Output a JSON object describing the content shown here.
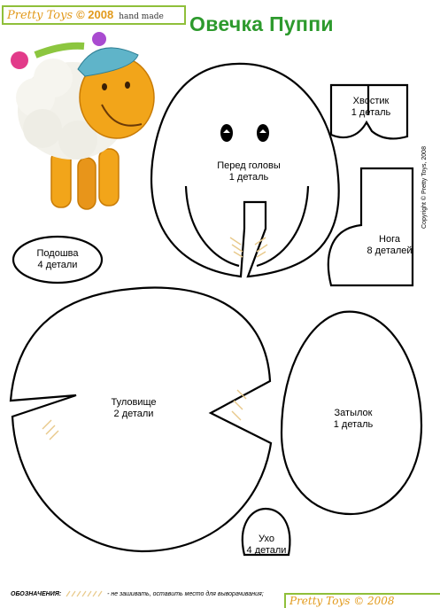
{
  "header": {
    "brand_name": "Pretty Toys",
    "brand_year": "© 2008",
    "brand_handmade": "hand made",
    "title": "Овечка Пуппи",
    "copyright": "Copyright © Pretty Toys, 2008"
  },
  "pieces": {
    "head_front": {
      "name": "Перед головы",
      "count": "1 деталь"
    },
    "tail": {
      "name": "Хвостик",
      "count": "1 деталь"
    },
    "leg": {
      "name": "Нога",
      "count": "8 деталей"
    },
    "sole": {
      "name": "Подошва",
      "count": "4 детали"
    },
    "body": {
      "name": "Туловище",
      "count": "2 детали"
    },
    "head_back": {
      "name": "Затылок",
      "count": "1 деталь"
    },
    "ear": {
      "name": "Ухо",
      "count": "4 детали"
    }
  },
  "footer": {
    "legend_key": "ОБОЗНАЧЕНИЯ:",
    "legend_text": "- не зашивать, оставить место  для выворачивания;",
    "brand_name": "Pretty Toys © 2008"
  },
  "colors": {
    "brand_border": "#8fbf3a",
    "brand_text": "#e29a1c",
    "title": "#2d9a2d",
    "stitch_mark": "#e8c98a",
    "sheep_body": "#f2f1ea",
    "sheep_face": "#f2a51a",
    "hat": "#5fb4c9"
  },
  "illustration": {
    "icon": "sheep-toy-photo"
  }
}
